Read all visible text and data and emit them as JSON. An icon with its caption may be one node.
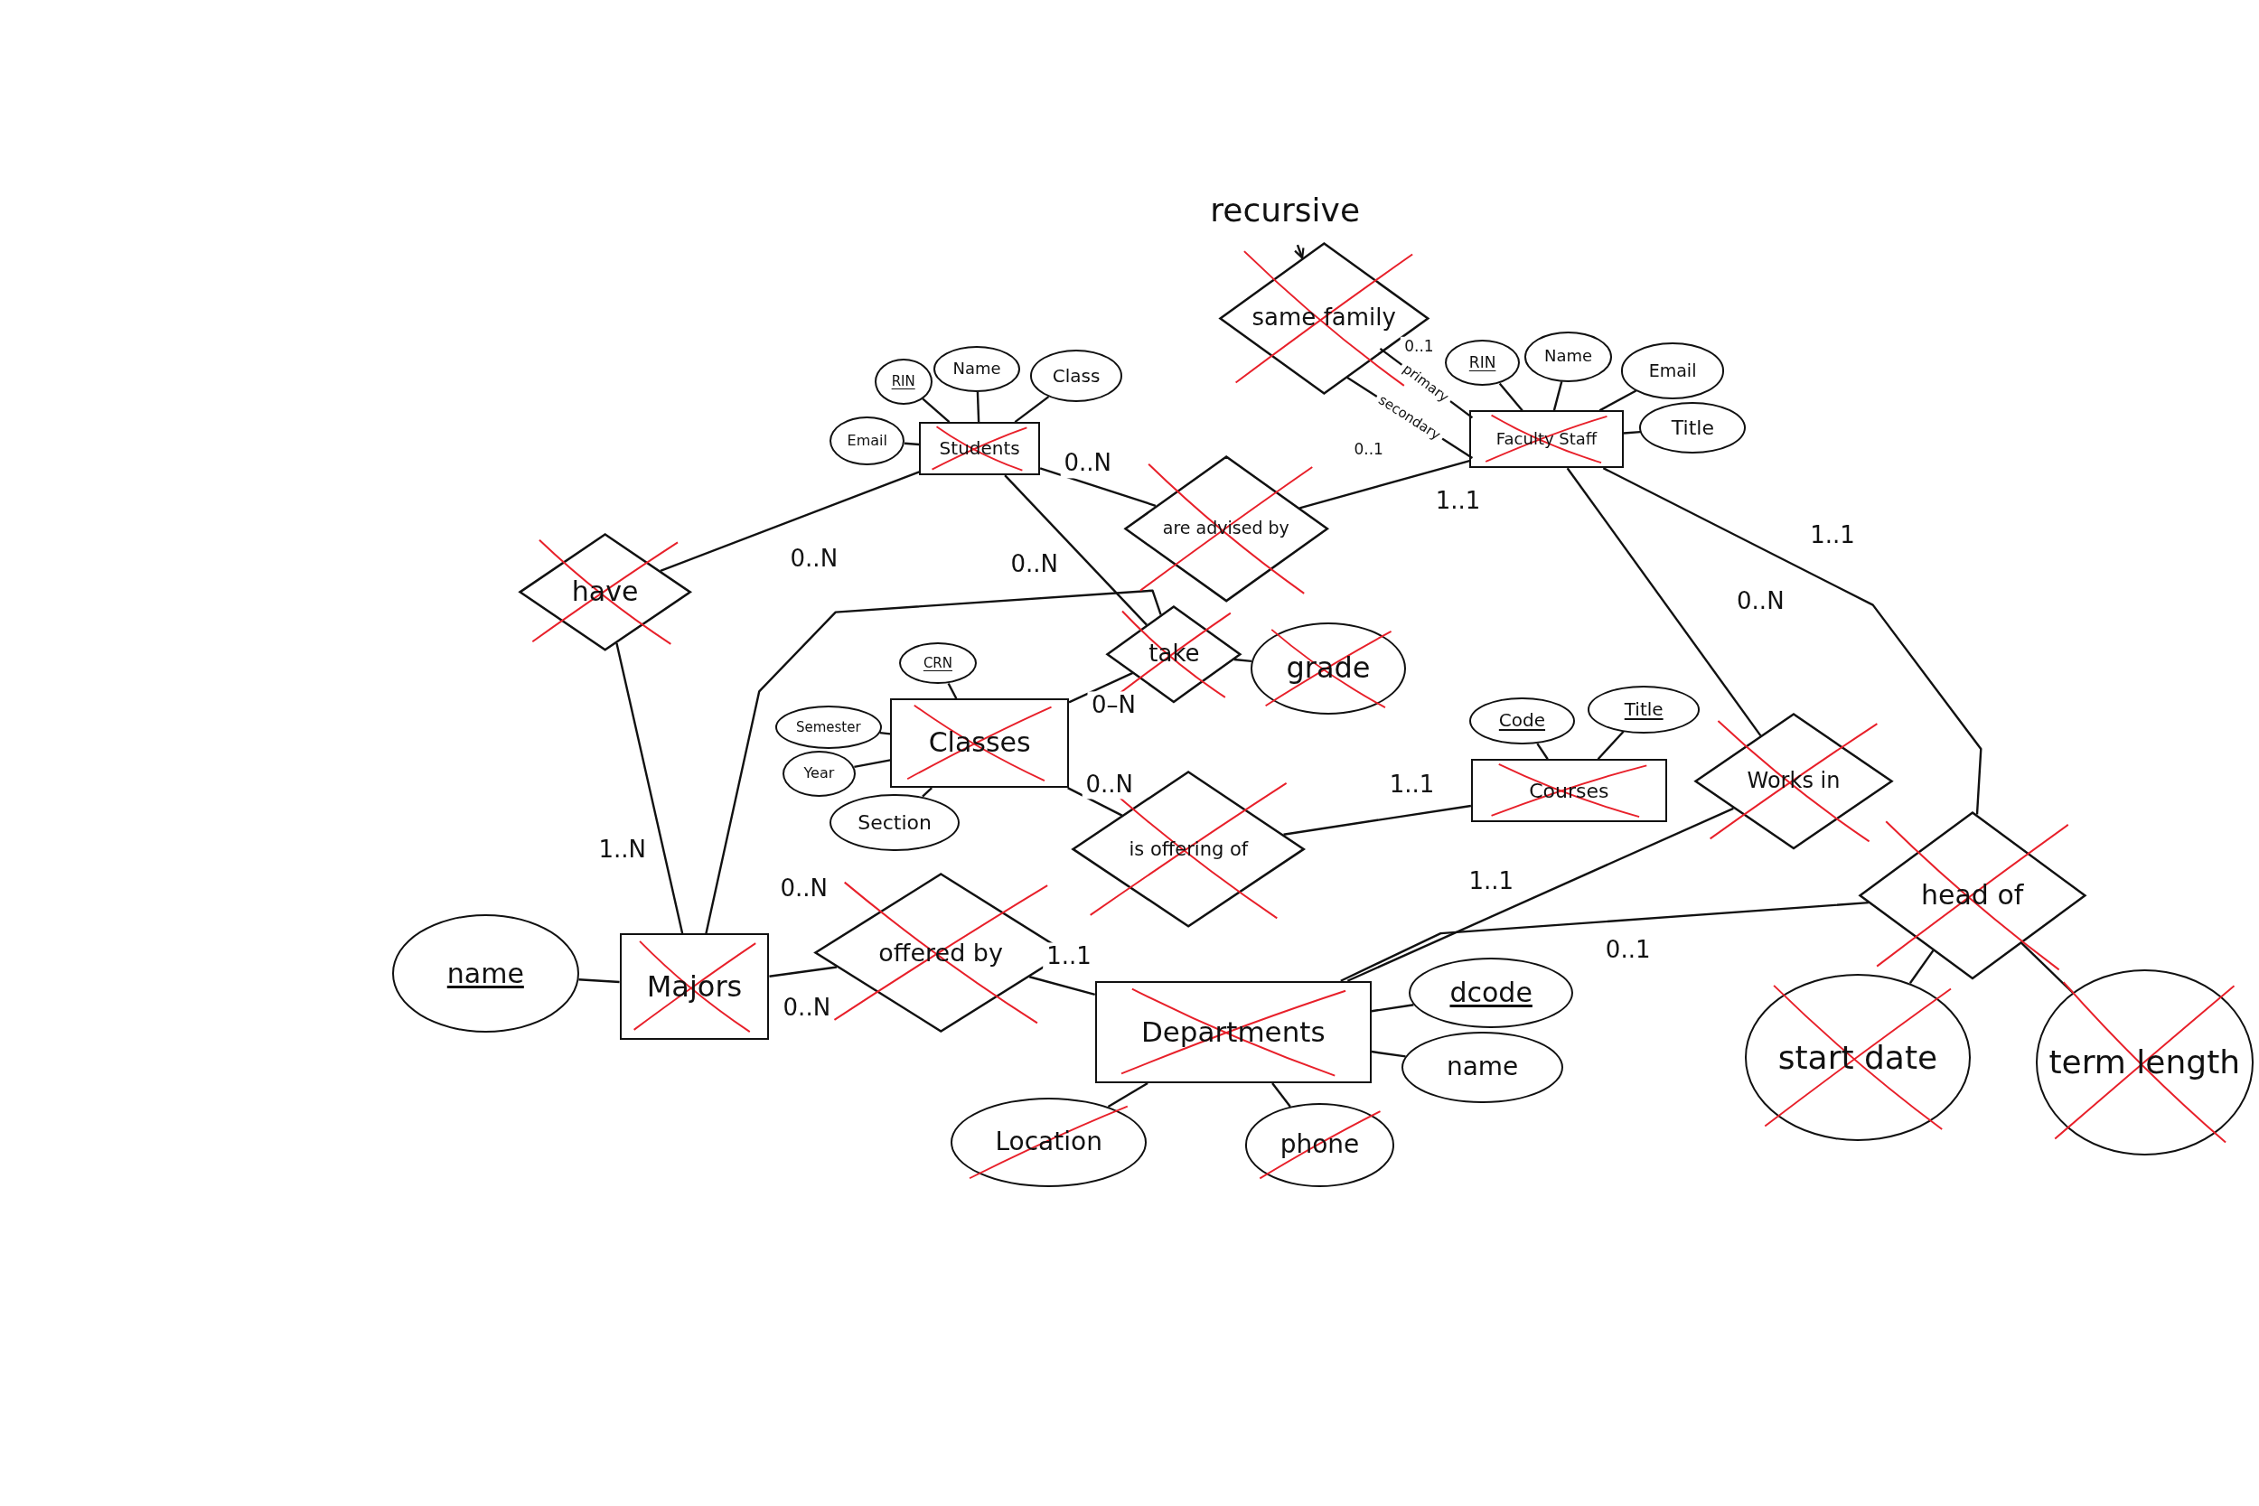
{
  "diagram": {
    "nodes": [
      {
        "text": [
          "Students"
        ]
      },
      {
        "text": [
          "RIN"
        ]
      },
      {
        "text": [
          "Name"
        ]
      },
      {
        "text": [
          "Class"
        ]
      },
      {
        "text": [
          "Email"
        ]
      },
      {
        "text": [
          "have"
        ]
      },
      {
        "text": [
          "are advised by"
        ]
      },
      {
        "text": [
          "take"
        ]
      },
      {
        "text": [
          "grade"
        ]
      },
      {
        "text": [
          "Classes"
        ]
      },
      {
        "text": [
          "CRN"
        ]
      },
      {
        "text": [
          "Semester"
        ]
      },
      {
        "text": [
          "Year"
        ]
      },
      {
        "text": [
          "Section"
        ]
      },
      {
        "text": [
          "is offering of"
        ]
      },
      {
        "text": [
          "Courses"
        ]
      },
      {
        "text": [
          "Code"
        ]
      },
      {
        "text": [
          "Title"
        ]
      },
      {
        "text": [
          "same family"
        ]
      },
      {
        "text": [
          "Faculty Staff"
        ]
      },
      {
        "text": [
          "RIN"
        ]
      },
      {
        "text": [
          "Name"
        ]
      },
      {
        "text": [
          "Email"
        ]
      },
      {
        "text": [
          "Title"
        ]
      },
      {
        "text": [
          "Works in"
        ]
      },
      {
        "text": [
          "head of"
        ]
      },
      {
        "text": [
          "start date"
        ]
      },
      {
        "text": [
          "term length"
        ]
      },
      {
        "text": [
          "Majors"
        ]
      },
      {
        "text": [
          "name"
        ]
      },
      {
        "text": [
          "offered by"
        ]
      },
      {
        "text": [
          "Departments"
        ]
      },
      {
        "text": [
          "dcode"
        ]
      },
      {
        "text": [
          "name"
        ]
      },
      {
        "text": [
          "Location"
        ]
      },
      {
        "text": [
          "phone"
        ]
      },
      {
        "text": [
          "recursive"
        ]
      }
    ],
    "edges": [
      {
        "from": 1,
        "to": 0,
        "arrow": "none"
      },
      {
        "from": 2,
        "to": 0,
        "arrow": "none"
      },
      {
        "from": 3,
        "to": 0,
        "arrow": "none"
      },
      {
        "from": 4,
        "to": 0,
        "arrow": "none"
      },
      {
        "from": 0,
        "to": 5,
        "arrow": "none",
        "label": "0..N"
      },
      {
        "from": 0,
        "to": 6,
        "arrow": "none",
        "label": "0..N"
      },
      {
        "from": 6,
        "to": 19,
        "arrow": "none",
        "label": "1..1"
      },
      {
        "from": 0,
        "to": 7,
        "arrow": "none",
        "label": "0..N"
      },
      {
        "from": 7,
        "to": 9,
        "arrow": "none",
        "label": "0–N"
      },
      {
        "from": 7,
        "to": 8,
        "arrow": "none"
      },
      {
        "from": 10,
        "to": 9,
        "arrow": "none"
      },
      {
        "from": 11,
        "to": 9,
        "arrow": "none"
      },
      {
        "from": 12,
        "to": 9,
        "arrow": "none"
      },
      {
        "from": 13,
        "to": 9,
        "arrow": "none"
      },
      {
        "from": 9,
        "to": 14,
        "arrow": "none",
        "label": "0..N"
      },
      {
        "from": 14,
        "to": 15,
        "arrow": "none",
        "label": "1..1"
      },
      {
        "from": 16,
        "to": 15,
        "arrow": "none"
      },
      {
        "from": 17,
        "to": 15,
        "arrow": "none"
      },
      {
        "from": 36,
        "to": 18,
        "arrow": "to"
      },
      {
        "from": 18,
        "to": 19,
        "arrow": "none",
        "label": "primary"
      },
      {
        "from": 18,
        "to": 19,
        "arrow": "none",
        "label": "secondary"
      },
      {
        "from": 20,
        "to": 19,
        "arrow": "none"
      },
      {
        "from": 21,
        "to": 19,
        "arrow": "none"
      },
      {
        "from": 22,
        "to": 19,
        "arrow": "none"
      },
      {
        "from": 23,
        "to": 19,
        "arrow": "none"
      },
      {
        "from": 19,
        "to": 24,
        "arrow": "none",
        "label": "0..N"
      },
      {
        "from": 19,
        "to": 25,
        "arrow": "none",
        "label": "1..1"
      },
      {
        "from": 25,
        "to": 26,
        "arrow": "none"
      },
      {
        "from": 25,
        "to": 27,
        "arrow": "none"
      },
      {
        "from": 5,
        "to": 28,
        "arrow": "none",
        "label": "1..N"
      },
      {
        "from": 28,
        "to": 7,
        "arrow": "none",
        "label": "0..N"
      },
      {
        "from": 29,
        "to": 28,
        "arrow": "none"
      },
      {
        "from": 28,
        "to": 30,
        "arrow": "none",
        "label": "0..N"
      },
      {
        "from": 30,
        "to": 31,
        "arrow": "none",
        "label": "1..1"
      },
      {
        "from": 31,
        "to": 24,
        "arrow": "none",
        "label": "1..1"
      },
      {
        "from": 31,
        "to": 25,
        "arrow": "none",
        "label": "0..1"
      },
      {
        "from": 32,
        "to": 31,
        "arrow": "none"
      },
      {
        "from": 33,
        "to": 31,
        "arrow": "none"
      },
      {
        "from": 34,
        "to": 31,
        "arrow": "none"
      },
      {
        "from": 35,
        "to": 31,
        "arrow": "none"
      }
    ],
    "labels": [
      "0..1",
      "0..1"
    ]
  }
}
